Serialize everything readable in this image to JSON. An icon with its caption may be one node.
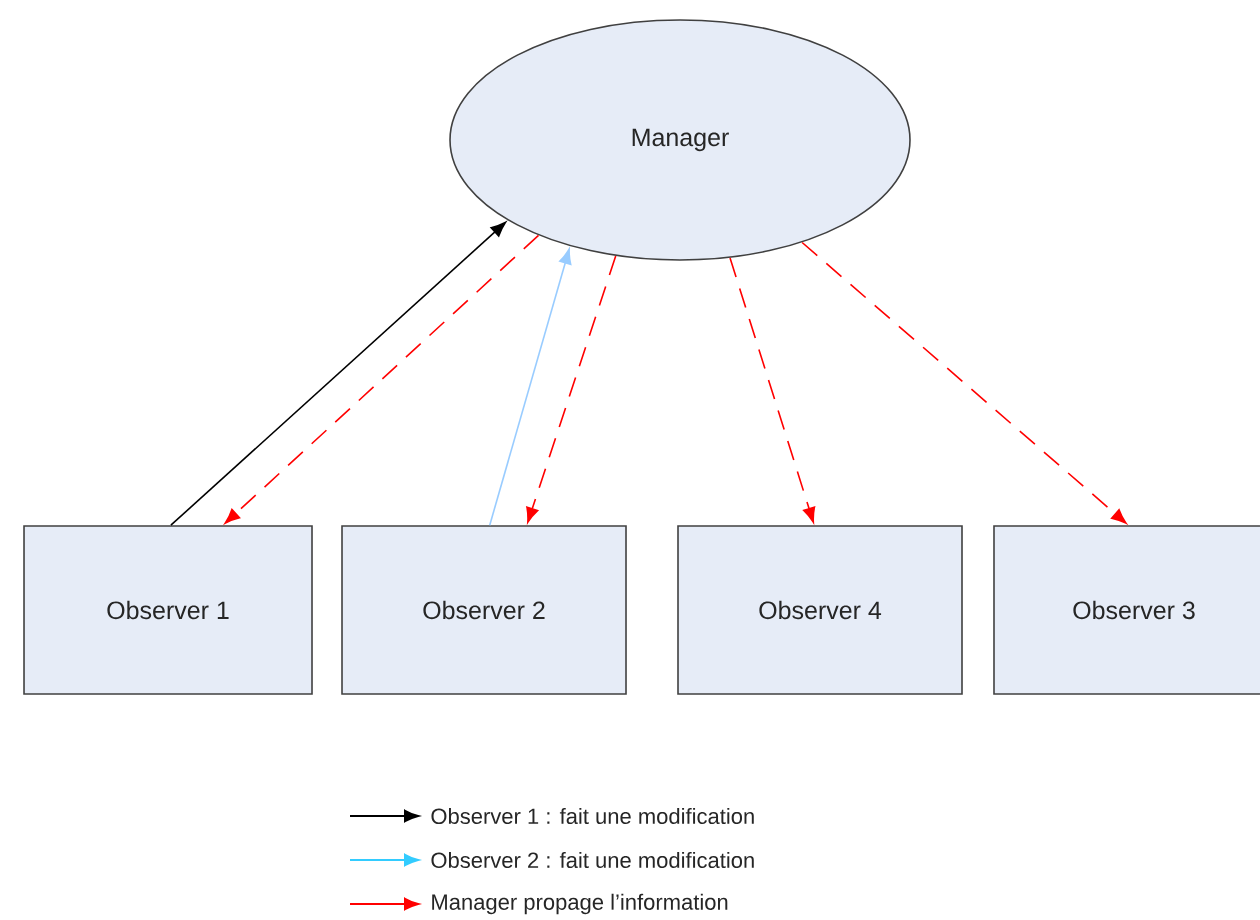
{
  "diagram": {
    "nodes": [
      {
        "text": [
          "Manager"
        ]
      },
      {
        "text": [
          "Observer 1"
        ]
      },
      {
        "text": [
          "Observer 2"
        ]
      },
      {
        "text": [
          "Observer 4"
        ]
      },
      {
        "text": [
          "Observer 3"
        ]
      }
    ],
    "edges": [
      {
        "from": 1,
        "to": 0,
        "arrow": "to",
        "color": "#000000"
      },
      {
        "from": 0,
        "to": 1,
        "arrow": "to",
        "style": "dashed",
        "color": "#ff0000"
      },
      {
        "from": 2,
        "to": 0,
        "arrow": "to",
        "color": "#99ccff"
      },
      {
        "from": 0,
        "to": 2,
        "arrow": "to",
        "style": "dashed",
        "color": "#ff0000"
      },
      {
        "from": 0,
        "to": 3,
        "arrow": "to",
        "style": "dashed",
        "color": "#ff0000"
      },
      {
        "from": 0,
        "to": 4,
        "arrow": "to",
        "style": "dashed",
        "color": "#ff0000"
      }
    ],
    "legend": [
      {
        "text": "Observer 1 : fait une modification"
      },
      {
        "text": "Observer 2 : fait une modification"
      },
      {
        "text": "Manager propage l’information"
      }
    ]
  }
}
